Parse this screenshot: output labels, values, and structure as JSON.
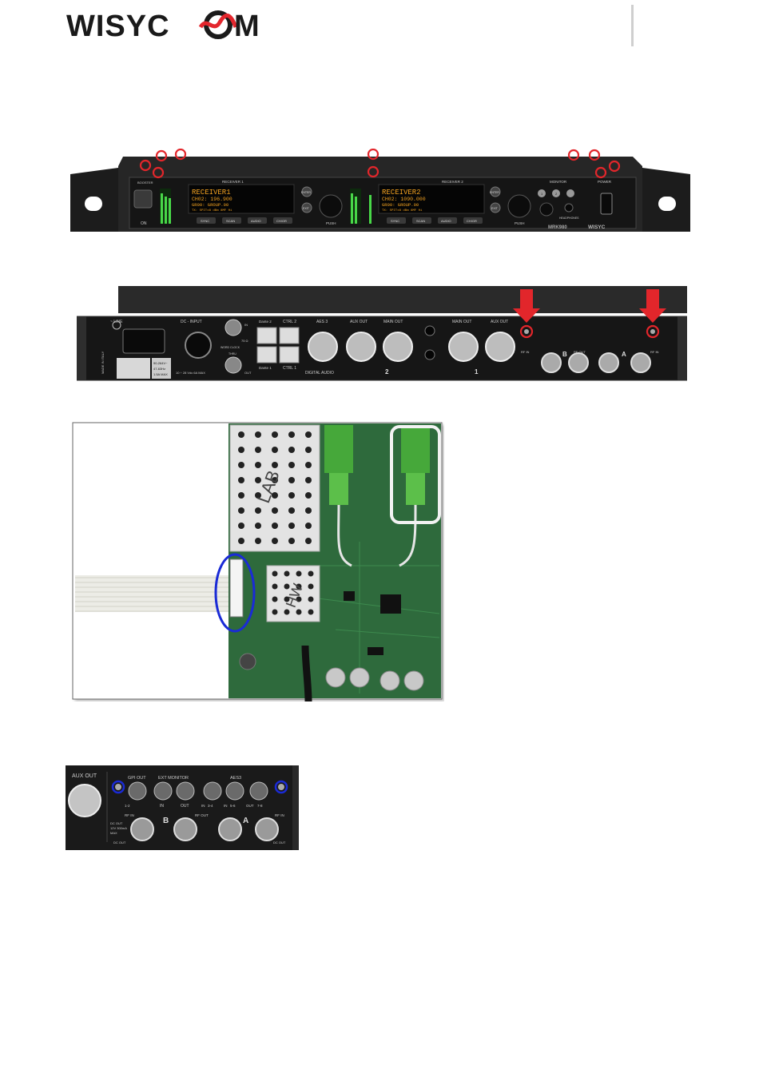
{
  "brand": {
    "name_left": "WISYC",
    "name_right": "M",
    "o_glyph": "O"
  },
  "front_panel": {
    "section_booster": "BOOSTER",
    "on_label": "ON",
    "receiver1": {
      "label": "RECEIVER 1",
      "line1": "RECEIVER1",
      "line2": "CH02: 196.900",
      "line3": "GR00: GROUP.00",
      "line4": "TX: SPITx8 dBm  8MF Hi"
    },
    "receiver2": {
      "label": "RECEIVER 2",
      "line1": "RECEIVER2",
      "line2": "CH02: 1090.000",
      "line3": "GR00: GROUP.00",
      "line4": "TX: SPITx8 dBm  8MF Hi"
    },
    "buttons": [
      "SYNC",
      "SCAN",
      "AUDIO",
      "CH/GR"
    ],
    "enter_label": "ENTER",
    "exit_label": "EXIT",
    "push_label": "PUSH",
    "monitor_label": "MONITOR",
    "headphones_label": "HEADPHONES",
    "power_label": "POWER",
    "model": "MRK980",
    "monitor_buttons": [
      "1",
      "2"
    ]
  },
  "rear_panel": {
    "line_label": "~ LINE",
    "dc_input_label": "DC - INPUT",
    "dc_spec": "10 ÷ 28 Vdc 6A MAX",
    "made_in": "MADE IN ITALY",
    "rating": [
      "90-264V~",
      "47-63Hz",
      "1.5A MAX"
    ],
    "word_clock": "WORD CLOCK",
    "in_label": "IN",
    "thru_label": "THRU",
    "out_label": "OUT",
    "ohm_label": "75 Ω",
    "dante2": "Dante 2",
    "dante1": "Dante 1",
    "ctrl2": "CTRL 2",
    "ctrl1": "CTRL 1",
    "aes3": "AES 3",
    "digital_audio": "DIGITAL AUDIO",
    "aux_out": "AUX OUT",
    "main_out": "MAIN OUT",
    "group2": "2",
    "group1": "1",
    "rf_in": "RF IN",
    "rf_out": "RF OUT",
    "b_label": "B",
    "a_label": "A"
  },
  "board": {
    "shield1_marking": "LAB",
    "shield2_marking": "HW"
  },
  "detail": {
    "aux_out": "AUX OUT",
    "gpi_out": "GPI OUT",
    "ext_monitor": "EXT MONITOR",
    "aes3": "AES3",
    "in": "IN",
    "out": "OUT",
    "ch12": "1-2",
    "ch34": "3-4",
    "ch56": "5-6",
    "ch78": "7-8",
    "rf_in": "RF IN",
    "rf_out": "RF OUT",
    "b_label": "B",
    "a_label": "A",
    "dc_out": "DC OUT",
    "dc_spec": "12V 300mA",
    "dc_max": "MAX"
  },
  "colors": {
    "brand_red": "#e3262d",
    "marker_red": "#e2262b",
    "marker_blue": "#1a2bd6"
  }
}
